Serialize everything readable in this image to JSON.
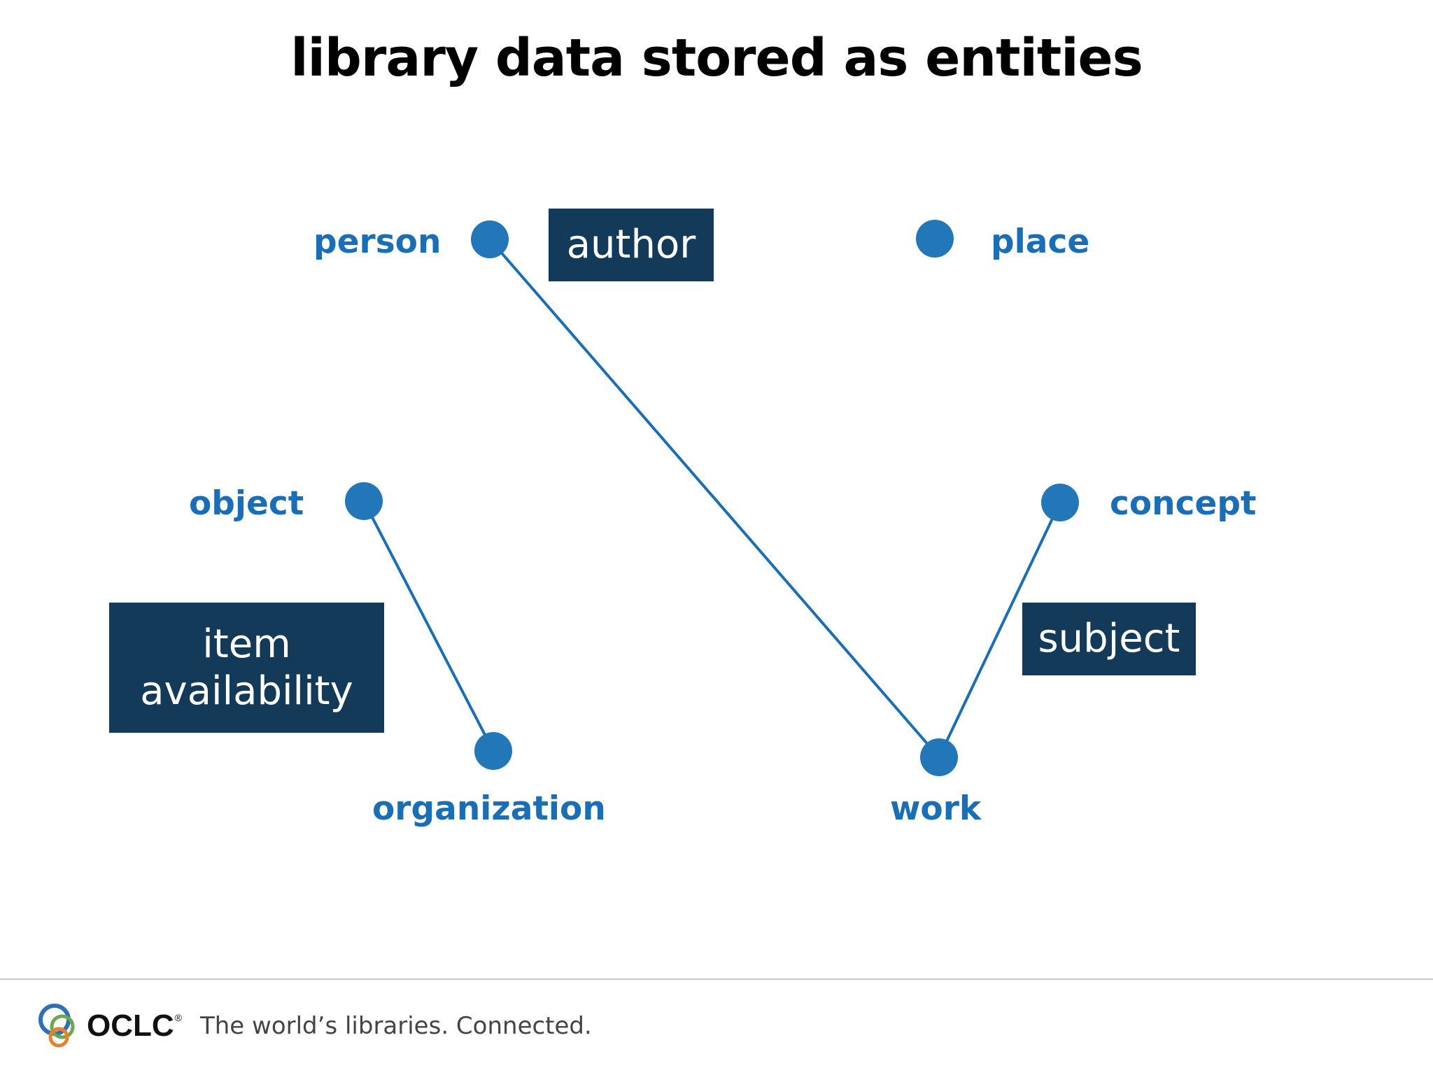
{
  "title": "library data stored as entities",
  "colors": {
    "node": "#2277b8",
    "edge": "#1a6eb5",
    "label": "#1a6eb5",
    "relation_box": "#143a5a",
    "relation_text": "#ffffff"
  },
  "nodes": {
    "person": "person",
    "place": "place",
    "object": "object",
    "concept": "concept",
    "organization": "organization",
    "work": "work"
  },
  "relations": {
    "author": "author",
    "subject": "subject",
    "item_availability_line1": "item",
    "item_availability_line2": "availability"
  },
  "edges": [
    {
      "from": "person",
      "to": "work"
    },
    {
      "from": "object",
      "to": "organization"
    },
    {
      "from": "concept",
      "to": "work"
    }
  ],
  "footer": {
    "logo_icon": "oclc-logo-icon",
    "brand": "OCLC",
    "registered_mark": "®",
    "tagline": "The world’s libraries. Connected."
  }
}
